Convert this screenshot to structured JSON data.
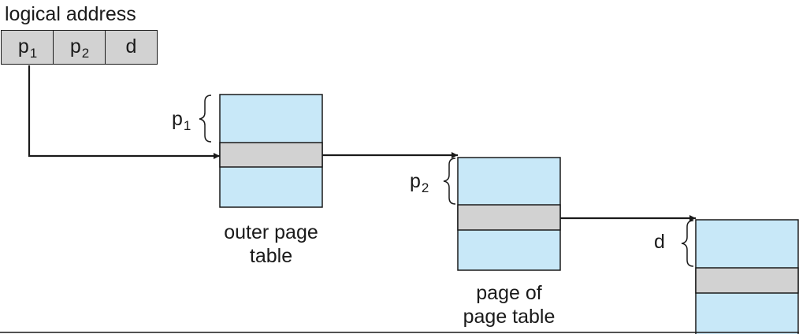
{
  "title": "logical address",
  "fields": {
    "p1": {
      "base": "p",
      "sub": "1"
    },
    "p2": {
      "base": "p",
      "sub": "2"
    },
    "d": "d"
  },
  "outer_table": {
    "label_line1": "outer page",
    "label_line2": "table",
    "index": {
      "base": "p",
      "sub": "1"
    }
  },
  "inner_table": {
    "label_line1": "page of",
    "label_line2": "page table",
    "index": {
      "base": "p",
      "sub": "2"
    }
  },
  "frame": {
    "index": "d"
  },
  "colors": {
    "table_fill": "#c8e8f8",
    "entry_fill": "#d2d2d2",
    "stroke": "#1a1a1a"
  }
}
